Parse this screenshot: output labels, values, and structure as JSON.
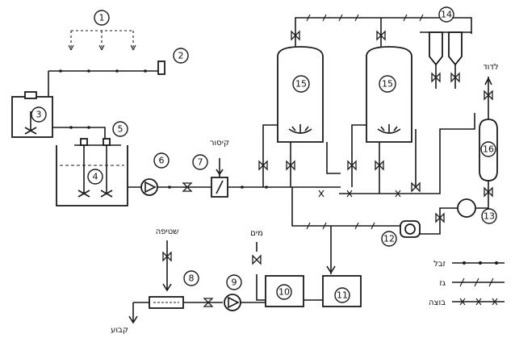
{
  "labels": {
    "kisur": "קיסור",
    "shtifa": "שטיפה",
    "mayim": "מים",
    "kavua": "קבוע",
    "lidud": "לדוד"
  },
  "legend": [
    {
      "label": "זבל",
      "style": "dots"
    },
    {
      "label": "גז",
      "style": "slashes"
    },
    {
      "label": "בוצה",
      "style": "crosses"
    }
  ],
  "units": [
    "1",
    "2",
    "3",
    "4",
    "5",
    "6",
    "7",
    "8",
    "9",
    "10",
    "11",
    "12",
    "13",
    "14",
    "15",
    "15",
    "16"
  ]
}
